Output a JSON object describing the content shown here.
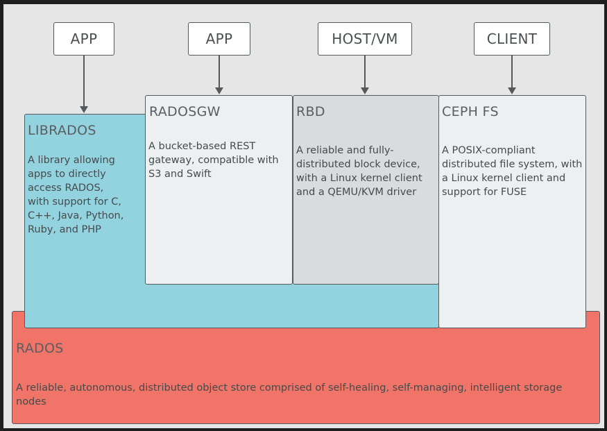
{
  "top_nodes": {
    "app1": "APP",
    "app2": "APP",
    "host_vm": "HOST/VM",
    "client": "CLIENT"
  },
  "librados": {
    "title": "LIBRADOS",
    "desc": "A library allowing apps to directly access RADOS, with support for C, C++, Java, Python, Ruby, and PHP",
    "color": "#92d3df"
  },
  "radosgw": {
    "title": "RADOSGW",
    "desc": "A bucket-based REST gateway, compatible with S3 and Swift",
    "color": "#edf0f1"
  },
  "rbd": {
    "title": "RBD",
    "desc": "A reliable and fully-distributed block device, with a Linux kernel client and a QEMU/KVM driver",
    "color": "#d9dcdd"
  },
  "cephfs": {
    "title": "CEPH FS",
    "desc": "A POSIX-compliant distributed file system, with a Linux kernel client and support for FUSE",
    "color": "#edf0f1"
  },
  "rados": {
    "title": "RADOS",
    "desc": "A reliable, autonomous, distributed object store comprised of self-healing, self-managing, intelligent storage nodes",
    "color": "#f07468"
  }
}
